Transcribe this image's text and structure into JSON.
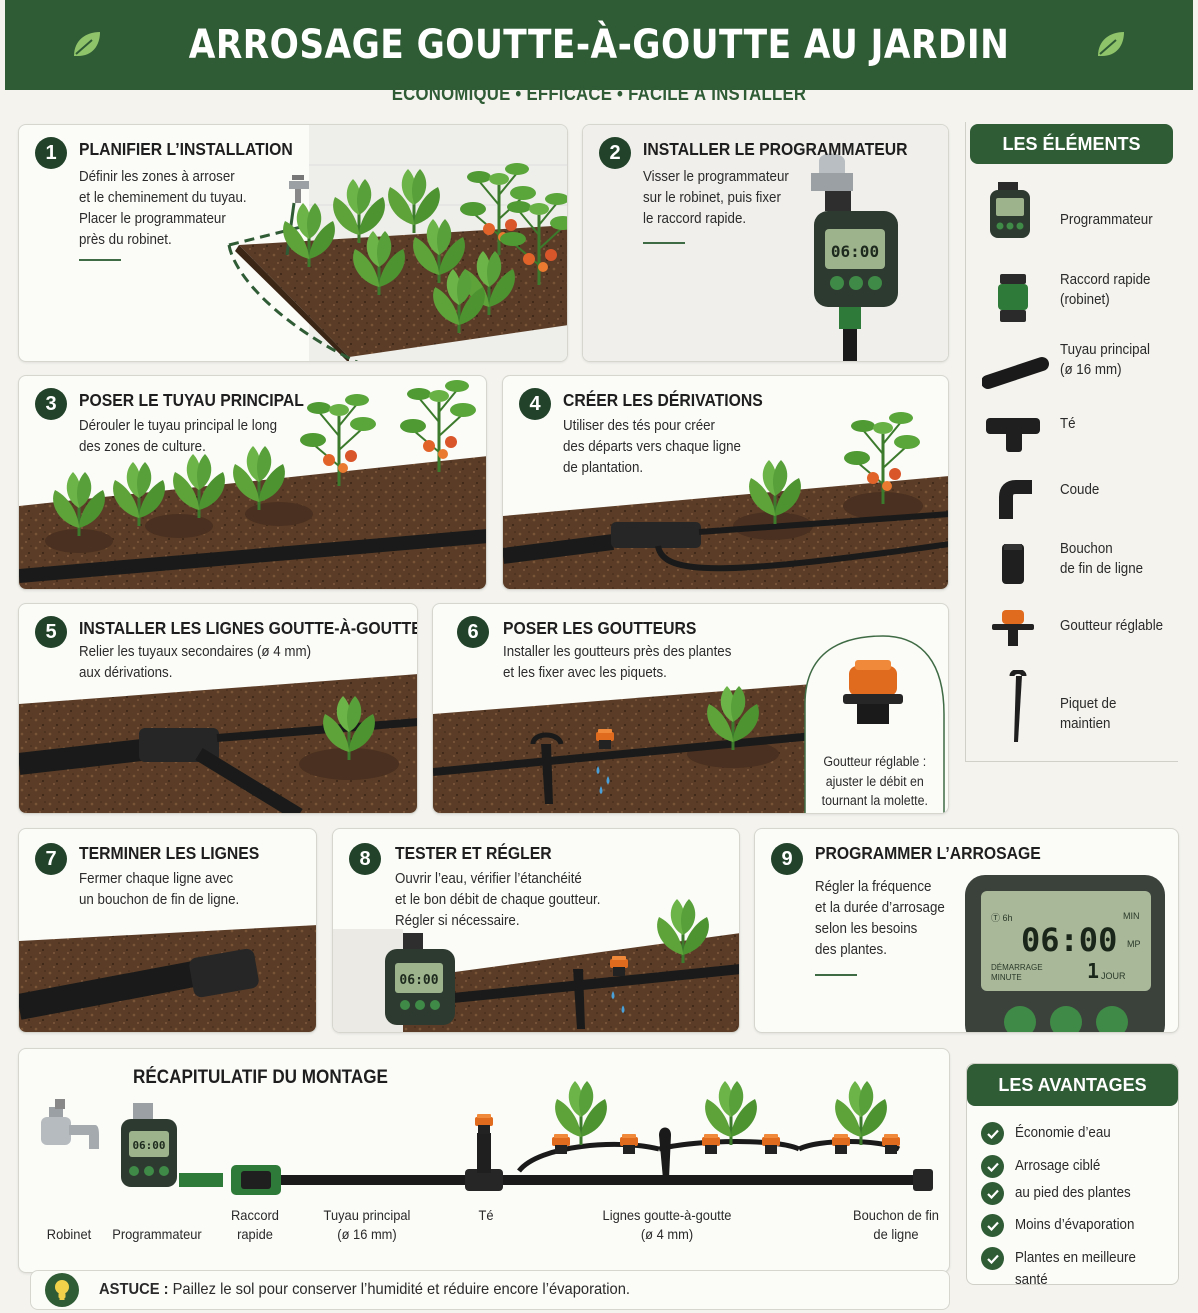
{
  "header": {
    "title": "ARROSAGE GOUTTE-À-GOUTTE AU JARDIN",
    "subtitle": "ÉCONOMIQUE • EFFICACE • FACILE À INSTALLER"
  },
  "steps": [
    {
      "num": "1",
      "title": "PLANIFIER L’INSTALLATION",
      "desc": "Définir les zones à arroser\net le cheminement du tuyau.\nPlacer le programmateur\nprès du robinet."
    },
    {
      "num": "2",
      "title": "INSTALLER LE PROGRAMMATEUR",
      "desc": "Visser le programmateur\nsur le robinet, puis fixer\nle raccord rapide."
    },
    {
      "num": "3",
      "title": "POSER LE TUYAU PRINCIPAL",
      "desc": "Dérouler le tuyau principal le long\ndes zones de culture."
    },
    {
      "num": "4",
      "title": "CRÉER LES DÉRIVATIONS",
      "desc": "Utiliser des tés pour créer\ndes départs vers chaque ligne\nde plantation."
    },
    {
      "num": "5",
      "title": "INSTALLER LES LIGNES GOUTTE-À-GOUTTE",
      "desc": "Relier les tuyaux secondaires (ø 4 mm)\naux dérivations."
    },
    {
      "num": "6",
      "title": "POSER LES GOUTTEURS",
      "desc": "Installer les goutteurs près des plantes\net les fixer avec les piquets."
    },
    {
      "num": "7",
      "title": "TERMINER LES LIGNES",
      "desc": "Fermer chaque ligne avec\nun bouchon de fin de ligne."
    },
    {
      "num": "8",
      "title": "TESTER ET RÉGLER",
      "desc": "Ouvrir l’eau, vérifier l’étanchéité\net le bon débit de chaque goutteur.\nRégler si nécessaire."
    },
    {
      "num": "9",
      "title": "PROGRAMMER L’ARROSAGE",
      "desc": "Régler la fréquence\net la durée d’arrosage\nselon les besoins\ndes plantes."
    }
  ],
  "timer_small": {
    "display": "06:00"
  },
  "timer_large": {
    "time": "06:00",
    "top_left": "Ⓣ 6h",
    "top_right": "MIN",
    "right_mid": "MP",
    "bottom_left": "DÉMARRAGE\nMINUTE",
    "count": "1",
    "bottom_right": "JOUR"
  },
  "dripper_callout": "Goutteur réglable :\najuster le débit en\ntournant la molette.",
  "elements": {
    "title": "LES ÉLÉMENTS",
    "items": [
      {
        "label": "Programmateur",
        "icon": "timer-icon"
      },
      {
        "label": "Raccord rapide\n(robinet)",
        "icon": "quick-connector-icon"
      },
      {
        "label": "Tuyau principal\n(ø 16 mm)",
        "icon": "pipe-icon"
      },
      {
        "label": "Té",
        "icon": "tee-icon"
      },
      {
        "label": "Coude",
        "icon": "elbow-icon"
      },
      {
        "label": "Bouchon\nde fin de ligne",
        "icon": "end-cap-icon"
      },
      {
        "label": "Goutteur réglable",
        "icon": "dripper-icon"
      },
      {
        "label": "Piquet de maintien",
        "icon": "stake-icon"
      }
    ]
  },
  "recap": {
    "title": "RÉCAPITULATIF DU MONTAGE",
    "labels": {
      "tap": "Robinet",
      "timer": "Programmateur",
      "connector": "Raccord\nrapide",
      "pipe": "Tuyau principal\n(ø 16 mm)",
      "tee": "Té",
      "lines": "Lignes goutte-à-goutte\n(ø 4 mm)",
      "cap": "Bouchon de fin\nde ligne"
    }
  },
  "advantages": {
    "title": "LES AVANTAGES",
    "items": [
      "Économie d’eau",
      "Arrosage ciblé",
      "au pied des plantes",
      "Moins d’évaporation",
      "Plantes en meilleure santé"
    ]
  },
  "tip": {
    "label": "ASTUCE :",
    "text": "Paillez le sol pour conserver l’humidité et réduire encore l’évaporation."
  },
  "colors": {
    "brand_green": "#2f5b35",
    "dark_green": "#22432a",
    "soil": "#5a3b26",
    "dripper_orange": "#e06a1e"
  }
}
